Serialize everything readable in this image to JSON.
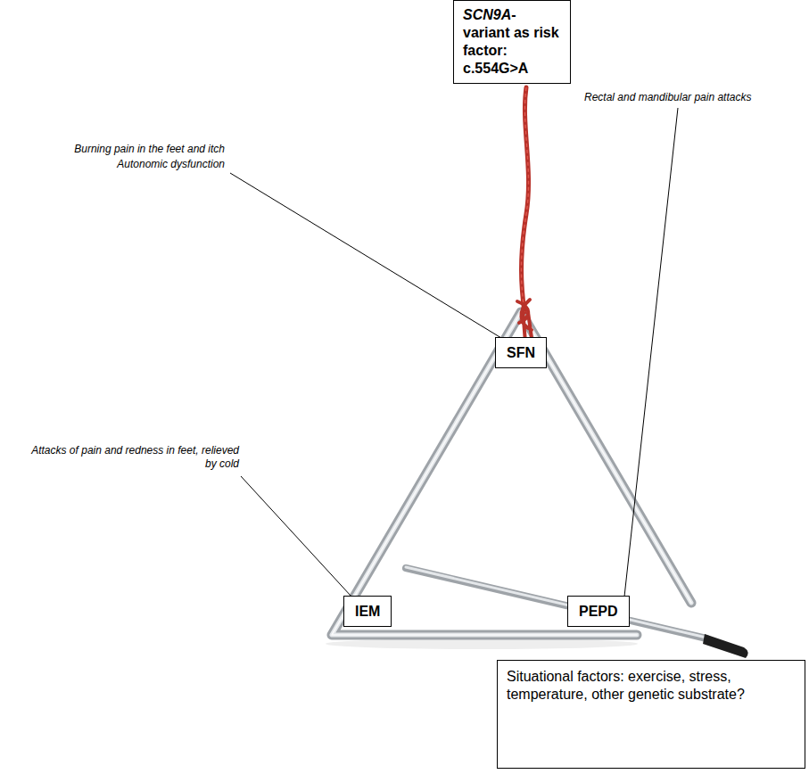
{
  "diagram": {
    "nodes": [
      {
        "text": [
          "SCN9A-variant as risk factor: c.554G>A"
        ]
      },
      {
        "text": [
          "SFN"
        ]
      },
      {
        "text": [
          "IEM"
        ]
      },
      {
        "text": [
          "PEPD"
        ]
      },
      {
        "text": [
          "Situational factors: exercise, stress, temperature, other genetic substrate?"
        ]
      }
    ],
    "labels": [
      "Burning pain in the feet and itch",
      "Autonomic dysfunction",
      "Rectal and mandibular pain attacks",
      "Attacks of pain and redness in feet, relieved by cold"
    ]
  }
}
